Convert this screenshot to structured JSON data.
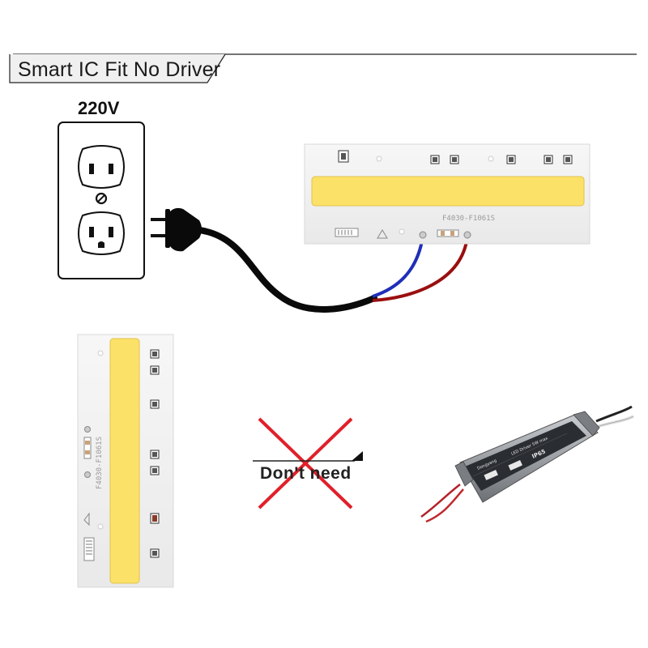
{
  "header": {
    "title": "Smart IC Fit No Driver"
  },
  "outlet": {
    "voltage_label": "220V"
  },
  "crossout": {
    "label": "Don't need"
  },
  "pcb_horizontal": {
    "marking": "F4030-F1061S"
  },
  "pcb_vertical": {
    "marking": "F4030-F1061S"
  },
  "driver": {
    "brand": "Dongyang",
    "model": "LED Driver 5W max",
    "rating": "IP65"
  },
  "colors": {
    "led_phosphor": "#fce169",
    "pcb_white": "#f4f4f4",
    "wire_blue": "#1f2fb8",
    "wire_red": "#9a0f0f",
    "cross_red": "#e0202a",
    "cable_black": "#0a0a0a"
  }
}
